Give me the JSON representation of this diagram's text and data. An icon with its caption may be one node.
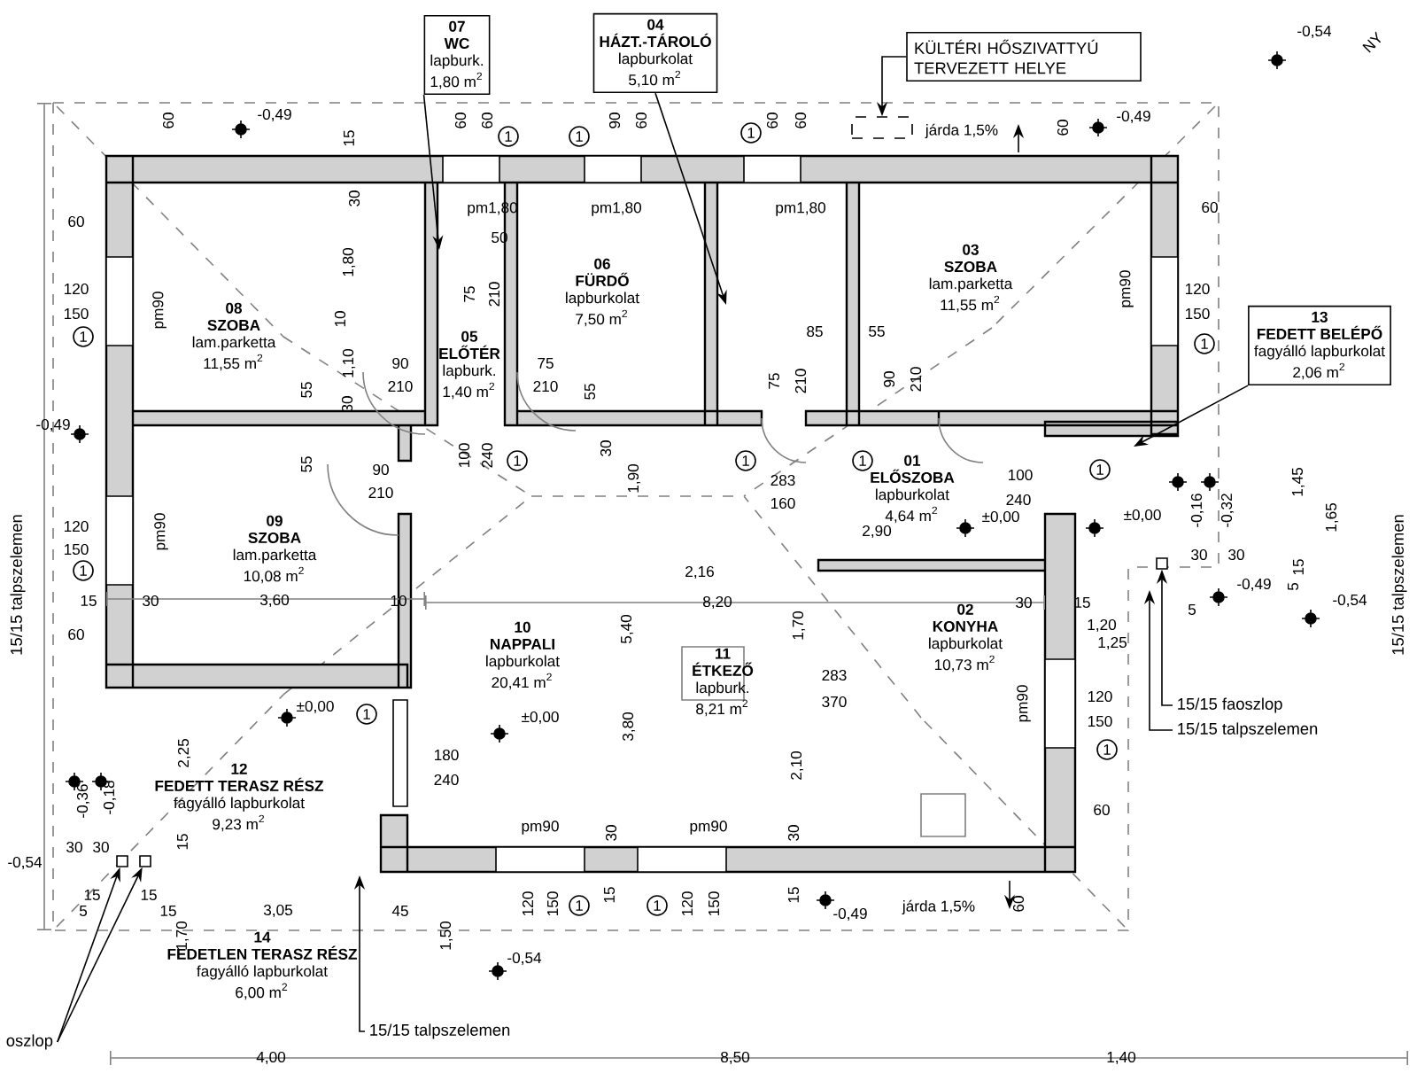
{
  "diagram": {
    "nodes": [
      {
        "text": [
          "07",
          "WC",
          "lapburk.",
          "1,80 m$^{2}$"
        ]
      },
      {
        "text": [
          "04",
          "HÁZT.-TÁROLÓ",
          "lapburkolat",
          "5,10 m$^{2}$"
        ]
      },
      {
        "text": [
          "KÜLTÉRI HŐSZIVATTYÚ TERVEZETT HELYE"
        ]
      },
      {
        "text": [],
        "shape": "box"
      },
      {
        "text": [
          "13",
          "FEDETT BELÉPŐ",
          "fagyálló lapburkolat",
          "2,06 m$^{2}$"
        ]
      },
      {
        "text": [
          "08",
          "SZOBA",
          "lam.parketta",
          "11,55 m$^{2}$"
        ]
      },
      {
        "text": [
          "05",
          "ELŐTÉR",
          "lapburk.",
          "1,40 m$^{2}$"
        ]
      },
      {
        "text": [
          "06",
          "FÜRDŐ",
          "lapburkolat",
          "7,50 m$^{2}$"
        ]
      },
      {
        "text": [
          "03",
          "SZOBA",
          "lam.parketta",
          "11,55 m$^{2}$"
        ]
      },
      {
        "text": [
          "01",
          "ELŐSZOBA",
          "lapburkolat",
          "4,64 m$^{2}$"
        ]
      },
      {
        "text": [
          "09",
          "SZOBA",
          "lam.parketta",
          "10,08 m$^{2}$"
        ]
      },
      {
        "text": [
          "10",
          "NAPPALI",
          "lapburkolat",
          "20,41 m$^{2}$"
        ]
      },
      {
        "text": [
          "02",
          "KONYHA",
          "lapburkolat",
          "10,73 m$^{2}$"
        ]
      },
      {
        "text": [
          "11",
          "ÉTKEZŐ",
          "lapburk.",
          "8,21 m$^{2}$"
        ]
      },
      {
        "text": [
          "12",
          "FEDETT TERASZ RÉSZ",
          "fagyálló lapburkolat",
          "9,23 m$^{2}$"
        ]
      },
      {
        "text": [
          "14",
          "FEDETLEN TERASZ RÉSZ",
          "fagyálló lapburkolat",
          "6,00 m$^{2}$"
        ]
      },
      {
        "text": [
          "15/15 faoszlop"
        ]
      },
      {
        "text": [
          "15/15 talpszelemen"
        ]
      },
      {
        "text": [
          "oszlop"
        ]
      },
      {
        "text": [
          "15/15 talpszelemen"
        ]
      },
      {
        "text": [],
        "shape": "box"
      },
      {
        "text": [],
        "shape": "box"
      },
      {
        "text": [],
        "shape": "box"
      }
    ],
    "edges": [
      {
        "from": 0,
        "to": null,
        "arrow": "to"
      },
      {
        "from": 1,
        "to": null,
        "arrow": "to"
      },
      {
        "from": 2,
        "to": 3,
        "arrow": "to"
      },
      {
        "from": 4,
        "to": null,
        "arrow": "to"
      },
      {
        "from": 16,
        "to": 22,
        "arrow": "to"
      },
      {
        "from": 17,
        "to": null,
        "arrow": "to"
      },
      {
        "from": 18,
        "to": 20,
        "arrow": "to"
      },
      {
        "from": 18,
        "to": 21,
        "arrow": "to"
      },
      {
        "from": 19,
        "to": null,
        "arrow": "to"
      }
    ],
    "labels": [
      "NY",
      "-0,54",
      "60",
      "-0,49",
      "15",
      "60",
      "60",
      "1",
      "1",
      "90",
      "60",
      "1",
      "60",
      "60",
      "járda 1,5%",
      "60",
      "-0,49",
      "60",
      "30",
      "pm1,80",
      "pm1,80",
      "pm1,80",
      "60",
      "1,80",
      "50",
      "120",
      "150",
      "1",
      "pm90",
      "75",
      "210",
      "pm90",
      "120",
      "150",
      "1",
      "10",
      "85",
      "55",
      "1,10",
      "90",
      "210",
      "75",
      "210",
      "75",
      "210",
      "90",
      "210",
      "55",
      "30",
      "55",
      "30",
      "-0,49",
      "55",
      "100",
      "240",
      "1",
      "1",
      "1",
      "283",
      "160",
      "90",
      "210",
      "1,90",
      "100",
      "240",
      "1",
      "±0,00",
      "±0,00",
      "2,90",
      "-0,16",
      "-0,32",
      "1,45",
      "1,65",
      "120",
      "150",
      "1",
      "pm90",
      "2,16",
      "30",
      "30",
      "15",
      "5",
      "15",
      "30",
      "3,60",
      "10",
      "8,20",
      "30",
      "15",
      "1,20",
      "5",
      "-0,49",
      "-0,54",
      "60",
      "5,40",
      "1,70",
      "1,25",
      "283",
      "370",
      "120",
      "150",
      "1",
      "pm90",
      "±0,00",
      "1",
      "±0,00",
      "3,80",
      "2,25",
      "180",
      "240",
      "2,10",
      "60",
      "-0,36",
      "-0,18",
      "pm90",
      "30",
      "pm90",
      "30",
      "30",
      "30",
      "-0,54",
      "15",
      "15",
      "15",
      "5",
      "15",
      "3,05",
      "45",
      "120",
      "150",
      "1",
      "15",
      "1",
      "120",
      "150",
      "15",
      "-0,49",
      "járda 1,5%",
      "60",
      "1,70",
      "1,50",
      "-0,54",
      "4,00",
      "8,50",
      "1,40",
      "15/15 talpszelemen",
      "15/15 talpszelemen"
    ]
  }
}
